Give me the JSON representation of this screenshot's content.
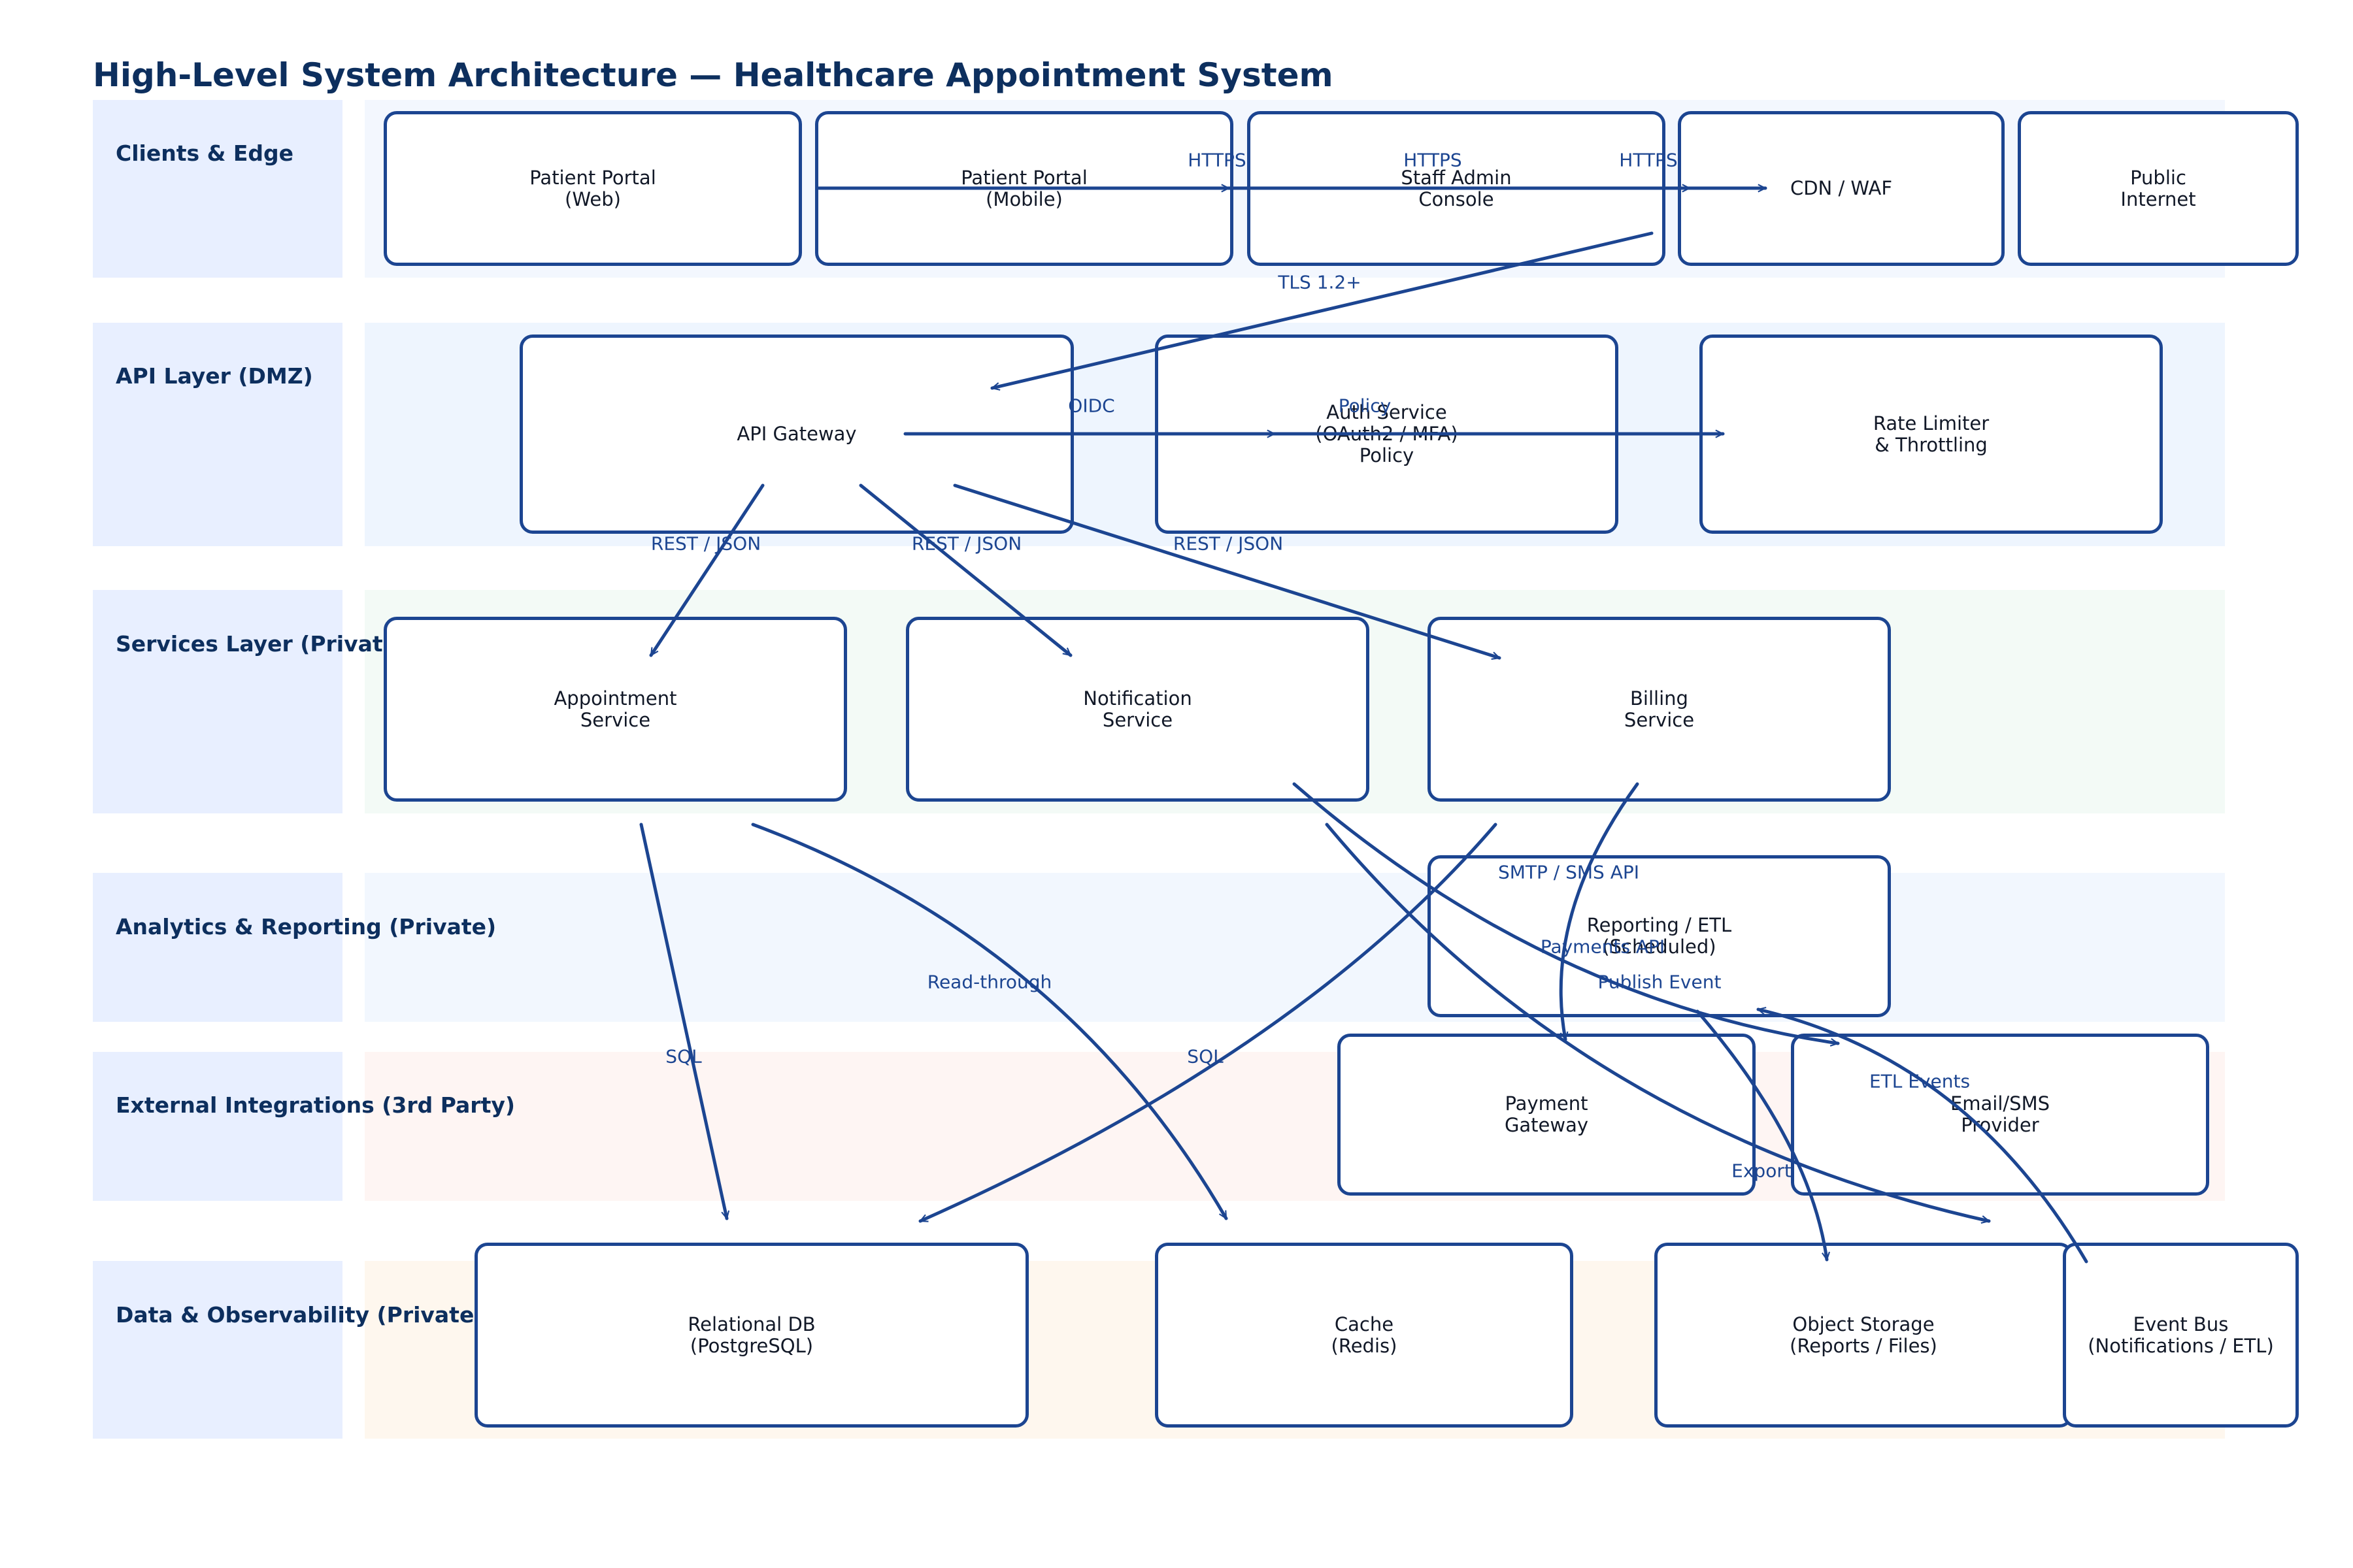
{
  "title": "High-Level System Architecture — Healthcare Appointment System",
  "colors": {
    "accent": "#1c4591",
    "title": "#0d2f5e",
    "label_band": "#e8efff",
    "clients_band": "#f3f7fe",
    "api_band": "#eef5fe",
    "services_band": "#f3faf6",
    "analytics_band": "#f2f7fe",
    "external_band": "#fef5f3",
    "data_band": "#fef7ee"
  },
  "bands": [
    {
      "id": "clients",
      "label": "Clients & Edge"
    },
    {
      "id": "api",
      "label": "API Layer (DMZ)"
    },
    {
      "id": "services",
      "label": "Services Layer (Private)"
    },
    {
      "id": "analytics",
      "label": "Analytics & Reporting (Private)"
    },
    {
      "id": "external",
      "label": "External Integrations (3rd Party)"
    },
    {
      "id": "data",
      "label": "Data & Observability (Private)"
    }
  ],
  "nodes": [
    {
      "id": "patient-web",
      "label": "Patient Portal\n(Web)"
    },
    {
      "id": "patient-mobile",
      "label": "Patient Portal\n(Mobile)"
    },
    {
      "id": "staff-console",
      "label": "Staff Admin\nConsole"
    },
    {
      "id": "cdn-waf",
      "label": "CDN / WAF"
    },
    {
      "id": "public-internet",
      "label": "Public\nInternet"
    },
    {
      "id": "api-gateway",
      "label": "API Gateway"
    },
    {
      "id": "auth-service",
      "label": "Auth Service\n(OAuth2 / MFA)\nPolicy"
    },
    {
      "id": "rate-limiter",
      "label": "Rate Limiter\n& Throttling"
    },
    {
      "id": "appointment-service",
      "label": "Appointment\nService"
    },
    {
      "id": "notification-service",
      "label": "Notification\nService"
    },
    {
      "id": "billing-service",
      "label": "Billing\nService"
    },
    {
      "id": "reporting-etl",
      "label": "Reporting / ETL\n(Scheduled)"
    },
    {
      "id": "payment-gateway",
      "label": "Payment\nGateway"
    },
    {
      "id": "email-sms",
      "label": "Email/SMS\nProvider"
    },
    {
      "id": "relational-db",
      "label": "Relational DB\n(PostgreSQL)"
    },
    {
      "id": "cache",
      "label": "Cache\n(Redis)"
    },
    {
      "id": "object-storage",
      "label": "Object Storage\n(Reports / Files)"
    },
    {
      "id": "event-bus",
      "label": "Event Bus\n(Notifications / ETL)"
    }
  ],
  "edges": [
    {
      "id": "e1",
      "label": "HTTPS"
    },
    {
      "id": "e2",
      "label": "HTTPS"
    },
    {
      "id": "e3",
      "label": "HTTPS"
    },
    {
      "id": "e4",
      "label": "TLS 1.2+"
    },
    {
      "id": "e5",
      "label": "OIDC"
    },
    {
      "id": "e6",
      "label": "Policy"
    },
    {
      "id": "e7",
      "label": "REST / JSON"
    },
    {
      "id": "e8",
      "label": "REST / JSON"
    },
    {
      "id": "e9",
      "label": "REST / JSON"
    },
    {
      "id": "e10",
      "label": "SQL"
    },
    {
      "id": "e11",
      "label": "Read-through"
    },
    {
      "id": "e12",
      "label": "SQL"
    },
    {
      "id": "e13",
      "label": "SMTP / SMS API"
    },
    {
      "id": "e14",
      "label": "Payments API"
    },
    {
      "id": "e15",
      "label": "Publish Event"
    },
    {
      "id": "e16",
      "label": "ETL Events"
    },
    {
      "id": "e17",
      "label": "Export"
    }
  ]
}
